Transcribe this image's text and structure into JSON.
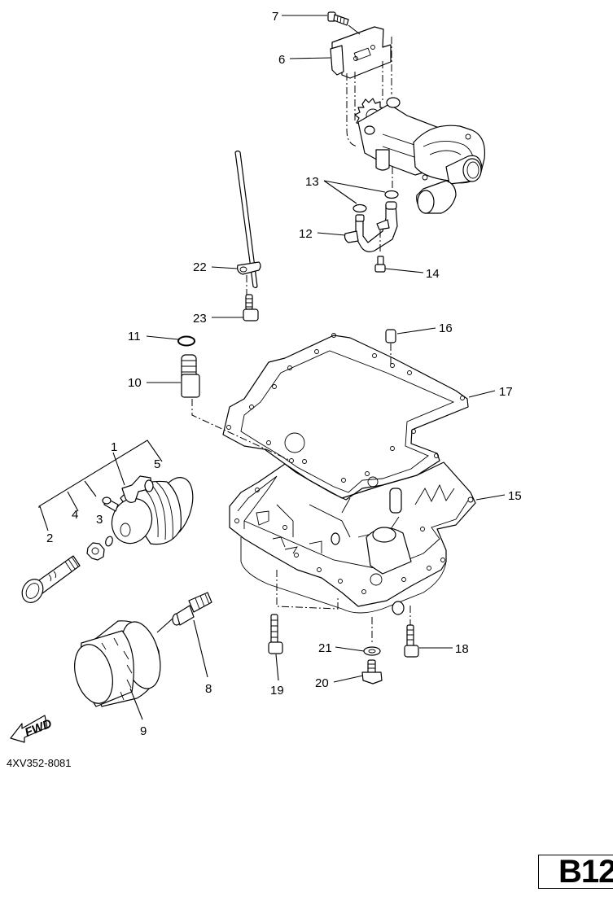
{
  "diagram": {
    "title": "Oil pan / oil pump / oil cooler exploded parts diagram",
    "catalog_code": "4XV352-8081",
    "page_badge": "B12",
    "fwd_label": "FWD",
    "callouts": [
      {
        "id": "c1",
        "text": "1",
        "part": "oil cooler pipe"
      },
      {
        "id": "c2",
        "text": "2",
        "part": "union bolt"
      },
      {
        "id": "c3",
        "text": "3",
        "part": "o-ring"
      },
      {
        "id": "c4",
        "text": "4",
        "part": "lock washer"
      },
      {
        "id": "c5",
        "text": "5",
        "part": "oil cooler assembly"
      },
      {
        "id": "c6",
        "text": "6",
        "part": "chain guide"
      },
      {
        "id": "c7",
        "text": "7",
        "part": "bolt"
      },
      {
        "id": "c8",
        "text": "8",
        "part": "oil filter union"
      },
      {
        "id": "c9",
        "text": "9",
        "part": "oil filter element"
      },
      {
        "id": "c10",
        "text": "10",
        "part": "oil strainer pipe"
      },
      {
        "id": "c11",
        "text": "11",
        "part": "o-ring"
      },
      {
        "id": "c12",
        "text": "12",
        "part": "oil delivery pipe"
      },
      {
        "id": "c13",
        "text": "13",
        "part": "o-rings"
      },
      {
        "id": "c14",
        "text": "14",
        "part": "bolt"
      },
      {
        "id": "c15",
        "text": "15",
        "part": "oil pan"
      },
      {
        "id": "c16",
        "text": "16",
        "part": "dowel pin"
      },
      {
        "id": "c17",
        "text": "17",
        "part": "oil pan gasket"
      },
      {
        "id": "c18",
        "text": "18",
        "part": "bolt"
      },
      {
        "id": "c19",
        "text": "19",
        "part": "bolt"
      },
      {
        "id": "c20",
        "text": "20",
        "part": "drain plug"
      },
      {
        "id": "c21",
        "text": "21",
        "part": "gasket"
      },
      {
        "id": "c22",
        "text": "22",
        "part": "dipstick guide / pipe"
      },
      {
        "id": "c23",
        "text": "23",
        "part": "bolt"
      }
    ]
  }
}
